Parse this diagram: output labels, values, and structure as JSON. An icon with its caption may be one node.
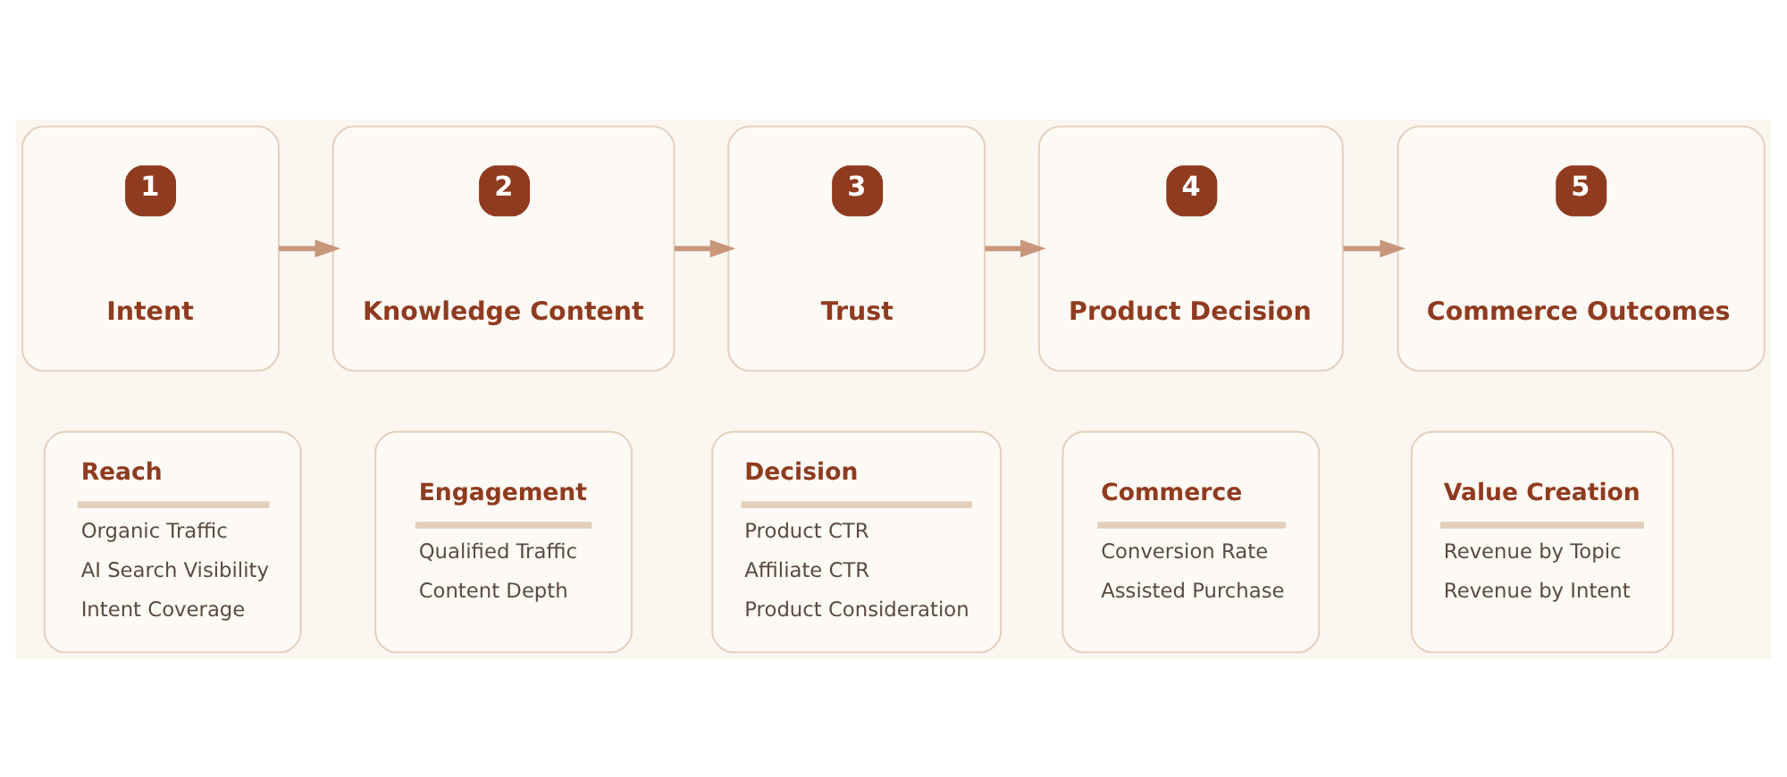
{
  "diagram": {
    "nodes": [
      {
        "text": [
          "1",
          "Intent"
        ]
      },
      {
        "text": [
          "2",
          "Knowledge Content"
        ]
      },
      {
        "text": [
          "3",
          "Trust"
        ]
      },
      {
        "text": [
          "4",
          "Product Decision"
        ]
      },
      {
        "text": [
          "5",
          "Commerce Outcomes"
        ]
      },
      {
        "text": [
          "Reach",
          "Organic Traffic",
          "AI Search Visibility",
          "Intent Coverage"
        ]
      },
      {
        "text": [
          "Engagement",
          "Qualified Traffic",
          "Content Depth"
        ]
      },
      {
        "text": [
          "Decision",
          "Product CTR",
          "Affiliate CTR",
          "Product Consideration"
        ]
      },
      {
        "text": [
          "Commerce",
          "Conversion Rate",
          "Assisted Purchase"
        ]
      },
      {
        "text": [
          "Value Creation",
          "Revenue by Topic",
          "Revenue by Intent"
        ]
      }
    ],
    "edges": [
      {
        "from": 0,
        "to": 1,
        "arrow": "to"
      },
      {
        "from": 1,
        "to": 2,
        "arrow": "to"
      },
      {
        "from": 2,
        "to": 3,
        "arrow": "to"
      },
      {
        "from": 3,
        "to": 4,
        "arrow": "to"
      }
    ]
  }
}
